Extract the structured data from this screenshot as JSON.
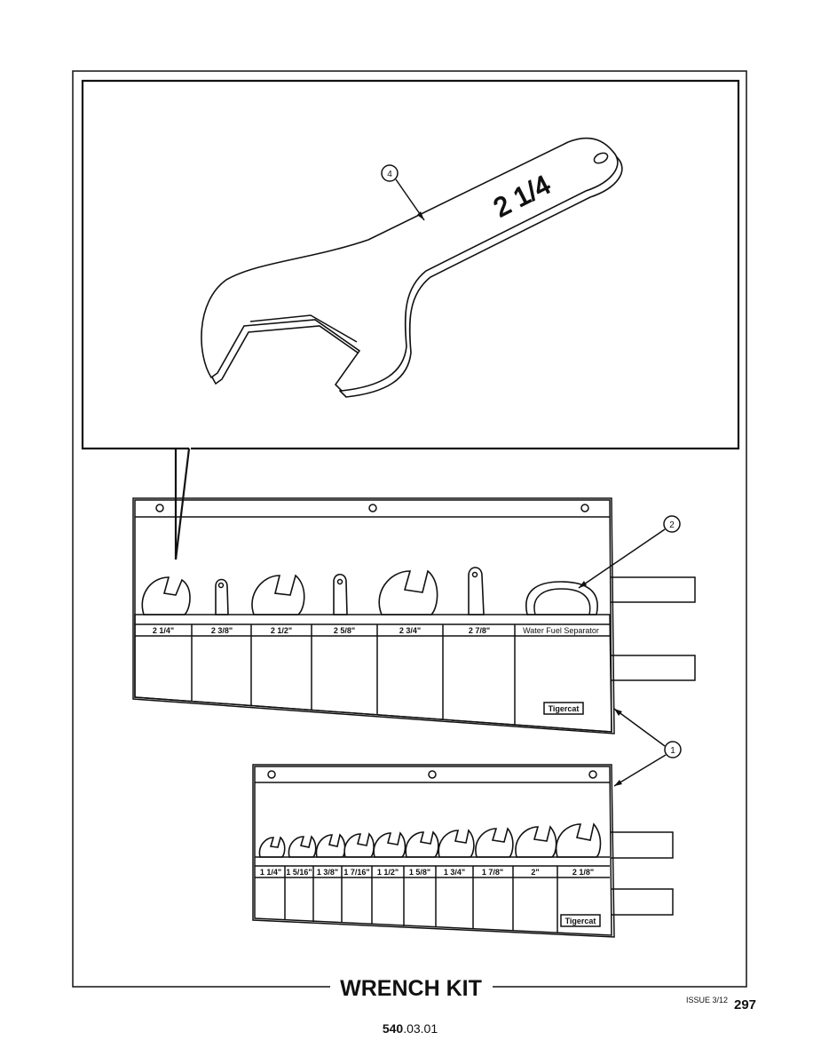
{
  "title": "WRENCH KIT",
  "issue": "ISSUE 3/12",
  "page_number": "297",
  "doc_number_bold": "540",
  "doc_number_rest": ".03.01",
  "detail_wrench": {
    "stamp": "2 1/4",
    "callout": "4"
  },
  "upper_pouch": {
    "callout": "2",
    "slots": [
      "2 1/4\"",
      "2 3/8\"",
      "2 1/2\"",
      "2 5/8\"",
      "2 3/4\"",
      "2 7/8\"",
      "Water Fuel Separator"
    ],
    "brand": "Tigercat"
  },
  "lower_pouch": {
    "slots": [
      "1 1/4\"",
      "1 5/16\"",
      "1 3/8\"",
      "1 7/16\"",
      "1 1/2\"",
      "1 5/8\"",
      "1 3/4\"",
      "1 7/8\"",
      "2\"",
      "2 1/8\""
    ],
    "brand": "Tigercat"
  },
  "pouch_callout": "1"
}
